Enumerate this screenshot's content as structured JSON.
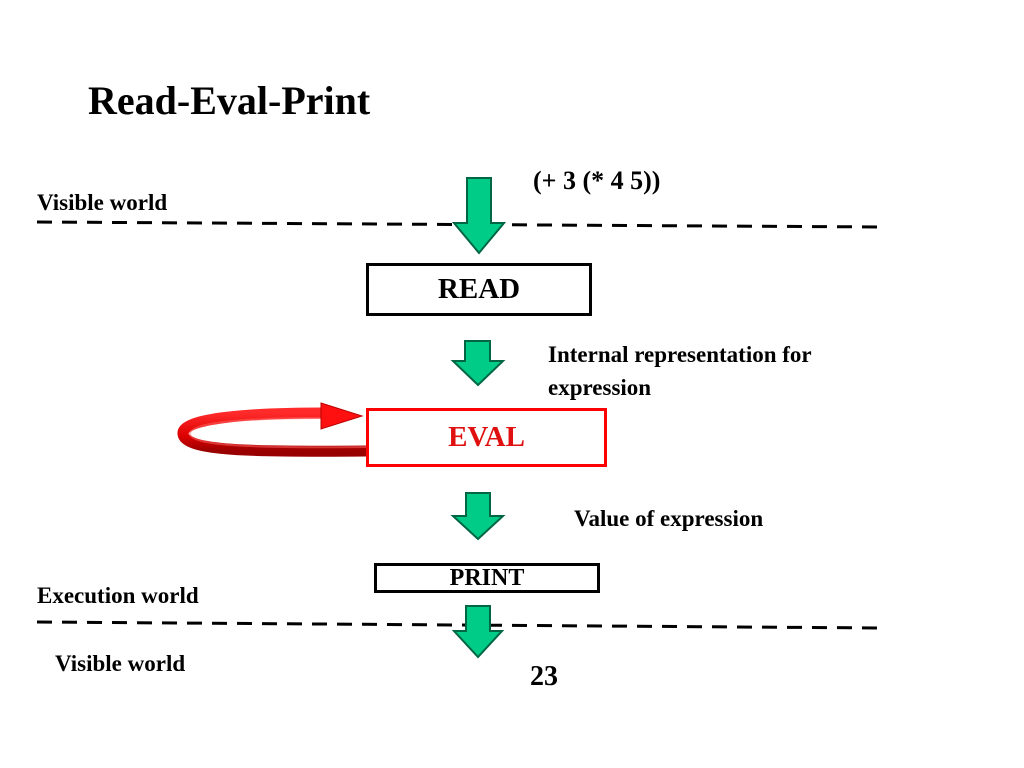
{
  "title": "Read-Eval-Print",
  "input_expression": "(+ 3 (* 4 5))",
  "labels": {
    "visible_world_top": "Visible world",
    "internal_representation": "Internal representation for expression",
    "value_of_expression": "Value of expression",
    "execution_world": "Execution world",
    "visible_world_bottom": "Visible world"
  },
  "boxes": {
    "read": "READ",
    "eval": "EVAL",
    "print": "PRINT"
  },
  "result": "23",
  "colors": {
    "arrow_fill": "#00cc88",
    "arrow_stroke": "#006644",
    "eval_color": "#ff0000",
    "loop_arrow": "#ee1111"
  },
  "icons": {
    "flow_arrow": "down-arrow-icon",
    "loop_arrow": "curved-loop-arrow-icon"
  }
}
